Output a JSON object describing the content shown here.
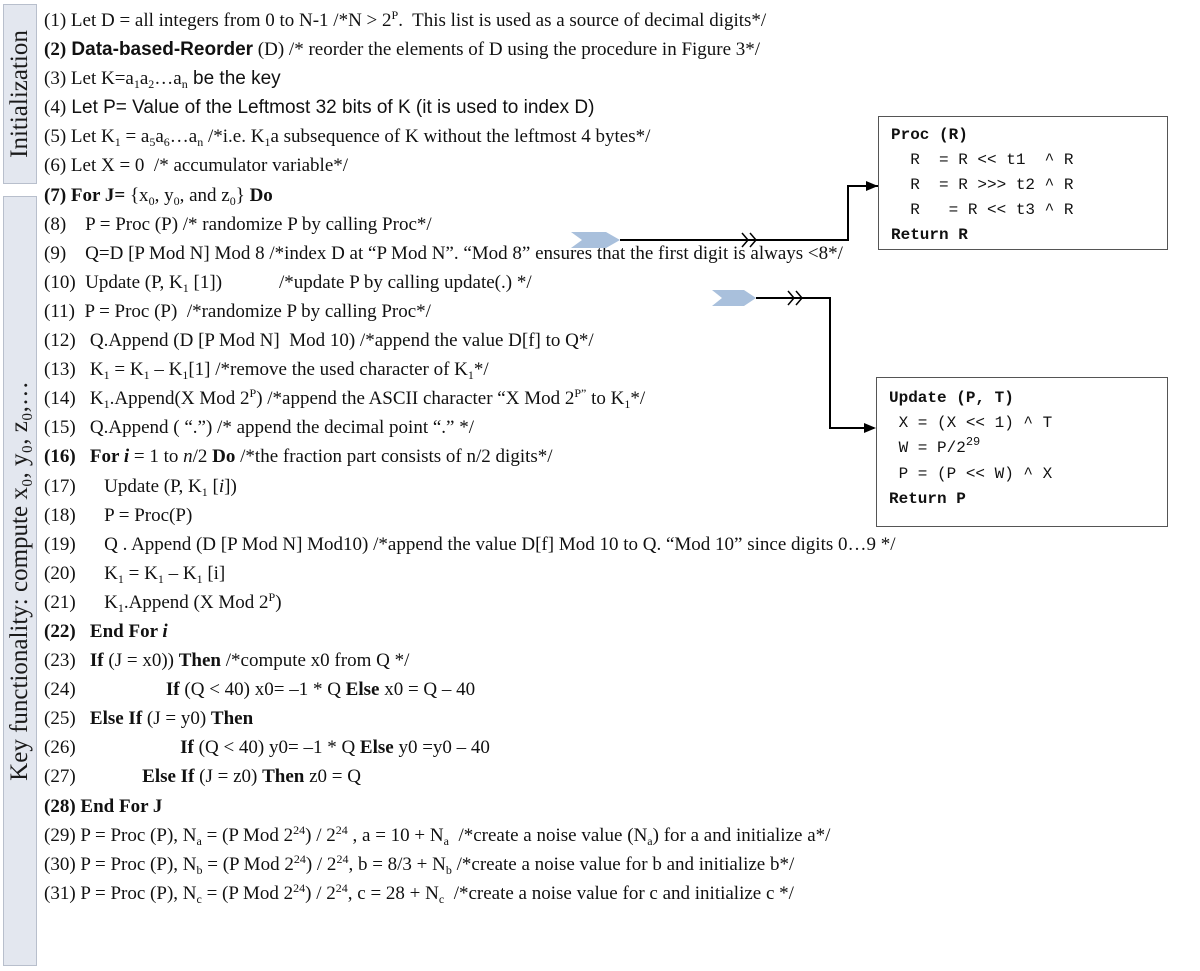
{
  "sidebar": {
    "init_label": "Initialization",
    "key_label": "Key functionality: compute x₀, y₀, z₀,…"
  },
  "lines": [
    {
      "num": "(1)",
      "parts": [
        {
          "t": " Let D = all integers from 0 to N-1 /*N > 2"
        },
        {
          "t": "P",
          "sup": 1
        },
        {
          "t": ".  This list is used as a source of decimal digits*/"
        }
      ]
    },
    {
      "num": "(2)",
      "boldnum": 1,
      "parts": [
        {
          "t": " Data-based-Reorder",
          "b": 1,
          "sans": 1
        },
        {
          "t": " (D) /* reorder the elements of D using the procedure in Figure 3*/"
        }
      ]
    },
    {
      "num": "(3)",
      "parts": [
        {
          "t": " Let K=a"
        },
        {
          "t": "1",
          "sub": 1
        },
        {
          "t": "a"
        },
        {
          "t": "2",
          "sub": 1
        },
        {
          "t": "…a"
        },
        {
          "t": "n",
          "sub": 1
        },
        {
          "t": " be the key",
          "sans": 1
        }
      ]
    },
    {
      "num": "(4)",
      "parts": [
        {
          "t": " Let P= Value of the Leftmost 32 bits of K (it is used to index D)",
          "sans": 1
        }
      ]
    },
    {
      "num": "(5)",
      "parts": [
        {
          "t": " Let K"
        },
        {
          "t": "1",
          "sub": 1
        },
        {
          "t": " = a"
        },
        {
          "t": "5",
          "sub": 1
        },
        {
          "t": "a"
        },
        {
          "t": "6",
          "sub": 1
        },
        {
          "t": "…a"
        },
        {
          "t": "n",
          "sub": 1
        },
        {
          "t": " /*i.e. K"
        },
        {
          "t": "1",
          "sub": 1
        },
        {
          "t": "a subsequence of K without the leftmost 4 bytes*/"
        }
      ]
    },
    {
      "num": "(6)",
      "parts": [
        {
          "t": " Let X = 0  /* accumulator variable*/"
        }
      ]
    },
    {
      "num": "(7)",
      "boldnum": 1,
      "parts": [
        {
          "t": " For J= ",
          "b": 1
        },
        {
          "t": "{x"
        },
        {
          "t": "0",
          "sub": 1
        },
        {
          "t": ", y"
        },
        {
          "t": "0",
          "sub": 1
        },
        {
          "t": ", and z"
        },
        {
          "t": "0",
          "sub": 1
        },
        {
          "t": "} "
        },
        {
          "t": "Do",
          "b": 1
        }
      ]
    },
    {
      "num": "(8)",
      "parts": [
        {
          "t": "    P = Proc (P) /* randomize P by calling Proc*/"
        }
      ]
    },
    {
      "num": "(9)",
      "parts": [
        {
          "t": "    Q=D [P Mod N] Mod 8 /*index D at “P Mod N”. “Mod 8” ensures that the first digit is always <8*/"
        }
      ]
    },
    {
      "num": "(10)",
      "parts": [
        {
          "t": "  Update (P, K"
        },
        {
          "t": "1",
          "sub": 1
        },
        {
          "t": " [1])            /*update P by calling update(.) */"
        }
      ]
    },
    {
      "num": "(11)",
      "parts": [
        {
          "t": "  P = Proc (P)  /*randomize P by calling Proc*/"
        }
      ]
    },
    {
      "num": "(12)",
      "parts": [
        {
          "t": "   Q.Append (D [P Mod N]  Mod 10) /*append the value D[f] to Q*/"
        }
      ]
    },
    {
      "num": "(13)",
      "parts": [
        {
          "t": "   K"
        },
        {
          "t": "1",
          "sub": 1
        },
        {
          "t": " = K"
        },
        {
          "t": "1",
          "sub": 1
        },
        {
          "t": " – K"
        },
        {
          "t": "1",
          "sub": 1
        },
        {
          "t": "[1] /*remove the used character of K"
        },
        {
          "t": "1",
          "sub": 1
        },
        {
          "t": "*/"
        }
      ]
    },
    {
      "num": "(14)",
      "parts": [
        {
          "t": "   K"
        },
        {
          "t": "1",
          "sub": 1
        },
        {
          "t": ".Append(X Mod 2"
        },
        {
          "t": "P",
          "sup": 1
        },
        {
          "t": ") /*append the ASCII character “X Mod 2"
        },
        {
          "t": "P”",
          "sup": 1
        },
        {
          "t": " to K"
        },
        {
          "t": "1",
          "sub": 1
        },
        {
          "t": "*/"
        }
      ]
    },
    {
      "num": "(15)",
      "parts": [
        {
          "t": "   Q.Append ( “.”) /* append the decimal point “.” */"
        }
      ]
    },
    {
      "num": "(16)",
      "boldnum": 1,
      "parts": [
        {
          "t": "   For ",
          "b": 1
        },
        {
          "t": "i",
          "b": 1,
          "i": 1
        },
        {
          "t": " = 1 to "
        },
        {
          "t": "n",
          "i": 1
        },
        {
          "t": "/2 "
        },
        {
          "t": "Do",
          "b": 1
        },
        {
          "t": " /*the fraction part consists of n/2 digits*/"
        }
      ]
    },
    {
      "num": "(17)",
      "parts": [
        {
          "t": "      Update (P, K"
        },
        {
          "t": "1",
          "sub": 1
        },
        {
          "t": " ["
        },
        {
          "t": "i",
          "i": 1
        },
        {
          "t": "])"
        }
      ]
    },
    {
      "num": "(18)",
      "parts": [
        {
          "t": "      P = Proc(P)"
        }
      ]
    },
    {
      "num": "(19)",
      "parts": [
        {
          "t": "      Q . Append (D [P Mod N] Mod10) /*append the value D[f] Mod 10 to Q. “Mod 10” since digits 0…9 */"
        }
      ]
    },
    {
      "num": "(20)",
      "parts": [
        {
          "t": "      K"
        },
        {
          "t": "1",
          "sub": 1
        },
        {
          "t": " = K"
        },
        {
          "t": "1",
          "sub": 1
        },
        {
          "t": " – K"
        },
        {
          "t": "1",
          "sub": 1
        },
        {
          "t": " [i]"
        }
      ]
    },
    {
      "num": "(21)",
      "parts": [
        {
          "t": "      K"
        },
        {
          "t": "1",
          "sub": 1
        },
        {
          "t": ".Append (X Mod 2"
        },
        {
          "t": "P",
          "sup": 1
        },
        {
          "t": ")"
        }
      ]
    },
    {
      "num": "(22)",
      "boldnum": 1,
      "parts": [
        {
          "t": "   End For ",
          "b": 1
        },
        {
          "t": "i",
          "b": 1,
          "i": 1
        }
      ]
    },
    {
      "num": "(23)",
      "parts": [
        {
          "t": "   "
        },
        {
          "t": "If",
          "b": 1
        },
        {
          "t": " (J = x0)) "
        },
        {
          "t": "Then",
          "b": 1
        },
        {
          "t": " /*compute x0 from Q */"
        }
      ]
    },
    {
      "num": "(24)",
      "parts": [
        {
          "t": "                   "
        },
        {
          "t": "If",
          "b": 1
        },
        {
          "t": " (Q < 40) x0= –1 * Q "
        },
        {
          "t": "Else",
          "b": 1
        },
        {
          "t": " x0 = Q – 40"
        }
      ]
    },
    {
      "num": "(25)",
      "parts": [
        {
          "t": "   "
        },
        {
          "t": "Else If",
          "b": 1
        },
        {
          "t": " (J = y0) "
        },
        {
          "t": "Then",
          "b": 1
        }
      ]
    },
    {
      "num": "(26)",
      "parts": [
        {
          "t": "                      "
        },
        {
          "t": "If",
          "b": 1
        },
        {
          "t": " (Q < 40) y0= –1 * Q "
        },
        {
          "t": "Else",
          "b": 1
        },
        {
          "t": " y0 =y0 – 40"
        }
      ]
    },
    {
      "num": "(27)",
      "parts": [
        {
          "t": "              "
        },
        {
          "t": "Else If",
          "b": 1
        },
        {
          "t": " (J = z0) "
        },
        {
          "t": "Then",
          "b": 1
        },
        {
          "t": " z0 = Q"
        }
      ]
    },
    {
      "num": "(28)",
      "boldnum": 1,
      "parts": [
        {
          "t": " End For J",
          "b": 1
        }
      ]
    },
    {
      "num": "(29)",
      "parts": [
        {
          "t": " P = Proc (P), N"
        },
        {
          "t": "a",
          "sub": 1
        },
        {
          "t": " = (P Mod 2"
        },
        {
          "t": "24",
          "sup": 1
        },
        {
          "t": ") / 2"
        },
        {
          "t": "24",
          "sup": 1
        },
        {
          "t": " , a = 10 + N"
        },
        {
          "t": "a",
          "sub": 1
        },
        {
          "t": "  /*create a noise value (N"
        },
        {
          "t": "a",
          "sub": 1
        },
        {
          "t": ") for a and initialize a*/"
        }
      ]
    },
    {
      "num": "(30)",
      "parts": [
        {
          "t": " P = Proc (P), N"
        },
        {
          "t": "b",
          "sub": 1
        },
        {
          "t": " = (P Mod 2"
        },
        {
          "t": "24",
          "sup": 1
        },
        {
          "t": ") / 2"
        },
        {
          "t": "24",
          "sup": 1
        },
        {
          "t": ", b = 8/3 + N"
        },
        {
          "t": "b",
          "sub": 1
        },
        {
          "t": " /*create a noise value for b and initialize b*/"
        }
      ]
    },
    {
      "num": "(31)",
      "parts": [
        {
          "t": " P = Proc (P), N"
        },
        {
          "t": "c",
          "sub": 1
        },
        {
          "t": " = (P Mod 2"
        },
        {
          "t": "24",
          "sup": 1
        },
        {
          "t": ") / 2"
        },
        {
          "t": "24",
          "sup": 1
        },
        {
          "t": ", c = 28 + N"
        },
        {
          "t": "c",
          "sub": 1
        },
        {
          "t": "  /*create a noise value for c and initialize c */"
        }
      ]
    }
  ],
  "proc_box": {
    "title": "Proc (R)",
    "lines": [
      "  R  = R << t1  ^ R",
      "  R  = R >>> t2 ^ R",
      "  R   = R << t3 ^ R"
    ],
    "ret": "Return R"
  },
  "update_box": {
    "title": "Update (P, T)",
    "line1": " X = (X << 1) ^ T",
    "line2_pre": " W = P/2",
    "line2_sup": "29",
    "line3": " P = (P << W) ^ X",
    "ret": "Return P"
  },
  "colors": {
    "sidebar_fill": "#e3e7ef",
    "chevron": "#a9c0dc"
  }
}
